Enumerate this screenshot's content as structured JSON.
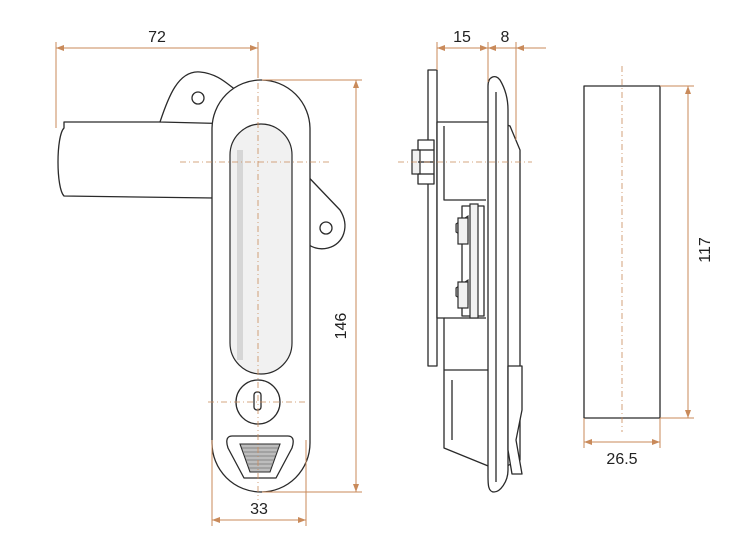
{
  "dimensions": {
    "handle_width": "72",
    "depth_base": "15",
    "depth_handle": "8",
    "handle_length": "146",
    "face_width": "33",
    "cutout_height": "117",
    "cutout_width": "26.5"
  },
  "colors": {
    "dimension_line": "#c98a5a",
    "outline": "#2a2a2a",
    "background": "#ffffff"
  }
}
